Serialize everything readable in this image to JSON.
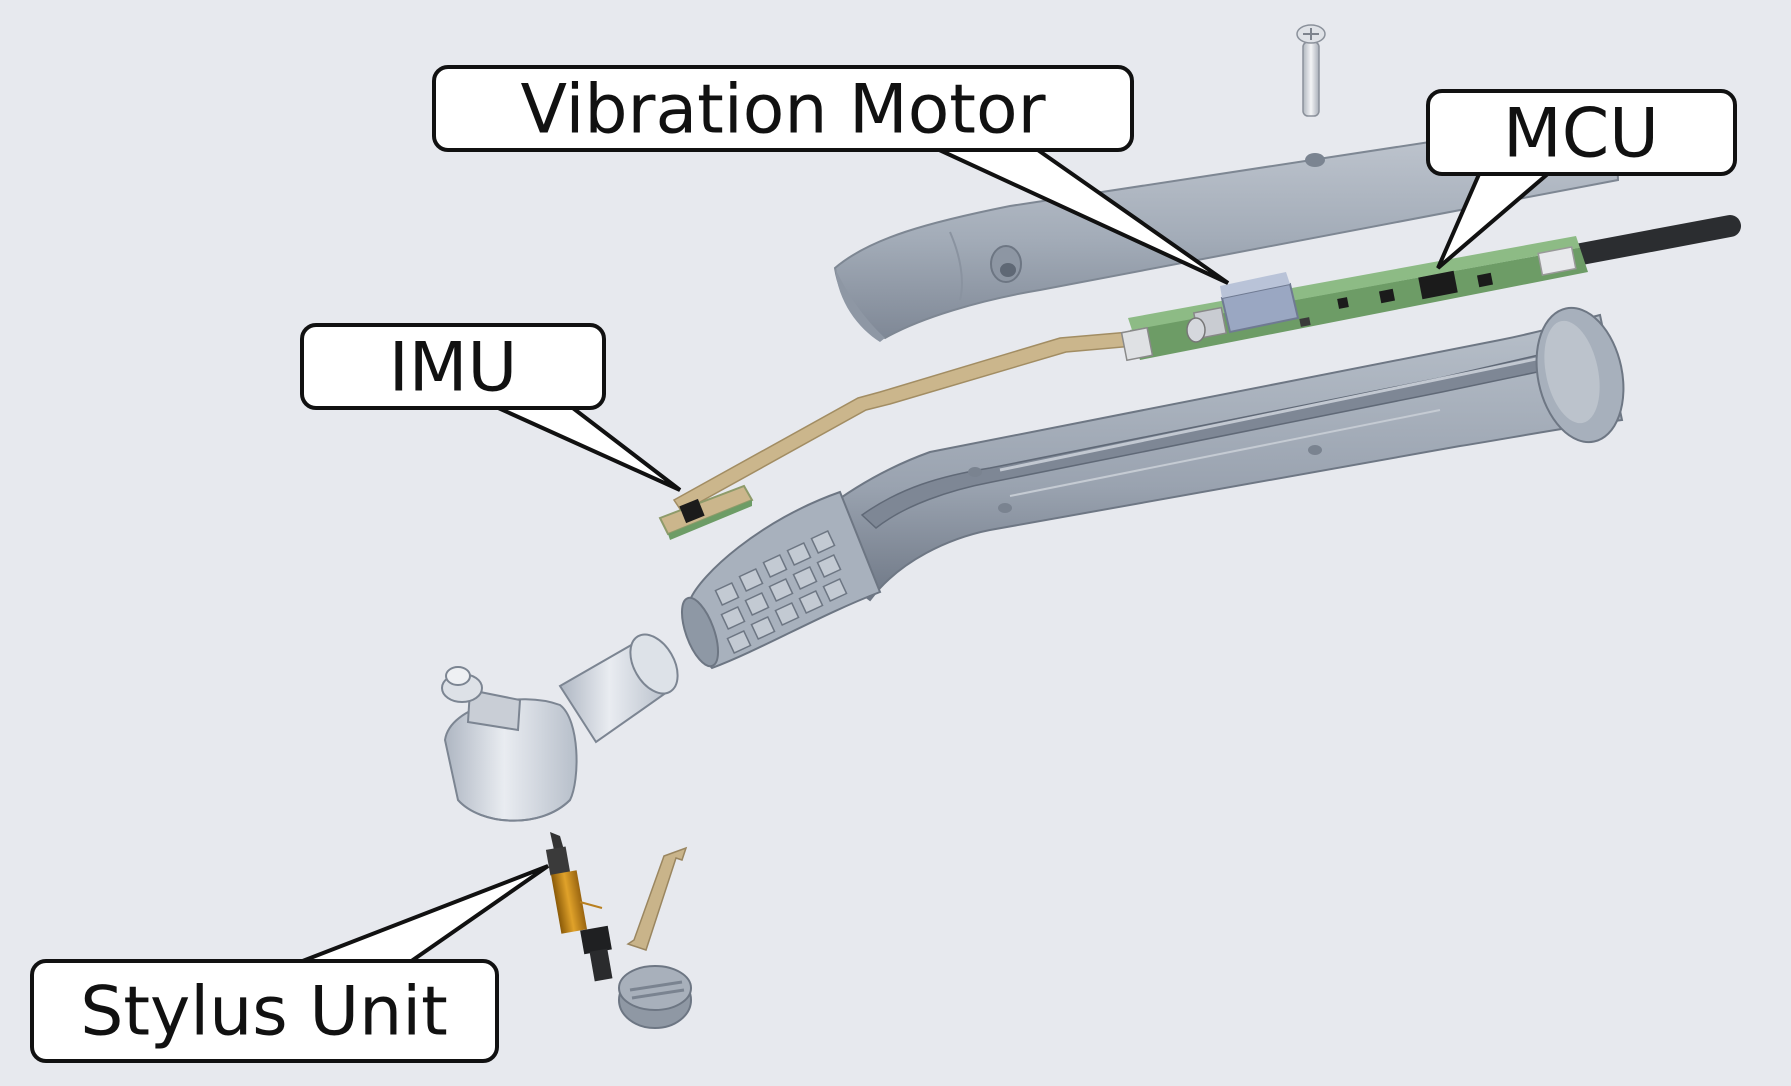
{
  "callouts": {
    "vibration_motor": "Vibration Motor",
    "mcu": "MCU",
    "imu": "IMU",
    "stylus_unit": "Stylus Unit"
  },
  "colors": {
    "background": "#e7e9ee",
    "housing": "#a9b2be",
    "pcb": "#7fae78",
    "flex_cable": "#c9b48a",
    "stylus_gold": "#c98a1a",
    "cable": "#2b2d30"
  }
}
